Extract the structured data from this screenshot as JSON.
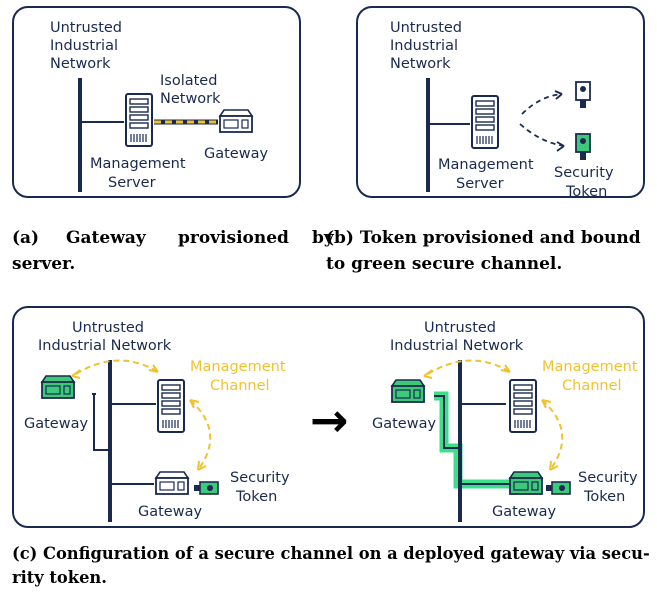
{
  "panel_a": {
    "network_label": [
      "Untrusted",
      "Industrial",
      "Network"
    ],
    "isolated_label": [
      "Isolated",
      "Network"
    ],
    "server_label": [
      "Management",
      "Server"
    ],
    "gateway_label": "Gateway"
  },
  "panel_b": {
    "network_label": [
      "Untrusted",
      "Industrial",
      "Network"
    ],
    "server_label": [
      "Management",
      "Server"
    ],
    "token_label": [
      "Security",
      "Token"
    ]
  },
  "panel_c": {
    "left": {
      "network_label": [
        "Untrusted",
        "Industrial Network"
      ],
      "channel_label": [
        "Management",
        "Channel"
      ],
      "gateway_top_label": "Gateway",
      "gateway_bottom_label": "Gateway",
      "token_label": [
        "Security",
        "Token"
      ]
    },
    "right": {
      "network_label": [
        "Untrusted",
        "Industrial Network"
      ],
      "channel_label": [
        "Management",
        "Channel"
      ],
      "gateway_top_label": "Gateway",
      "gateway_bottom_label": "Gateway",
      "token_label": [
        "Security",
        "Token"
      ]
    },
    "arrow_glyph": "→"
  },
  "captions": {
    "a_label": "(a)",
    "a_line1_words": [
      "Gateway",
      "provisioned",
      "by"
    ],
    "a_line2": "server.",
    "b_line1": "(b) Token provisioned and bound",
    "b_line2": "to green secure channel.",
    "c_line1": "(c) Configuration of a secure channel on a deployed gateway via secu-",
    "c_line2": "rity token."
  },
  "colors": {
    "navy": "#1a2a4f",
    "management_yellow": "#f0c22e",
    "secure_green": "#3de08a",
    "device_green": "#3cc97a"
  },
  "icons": [
    "server-icon",
    "gateway-icon",
    "security-token-icon",
    "right-arrow-icon"
  ]
}
